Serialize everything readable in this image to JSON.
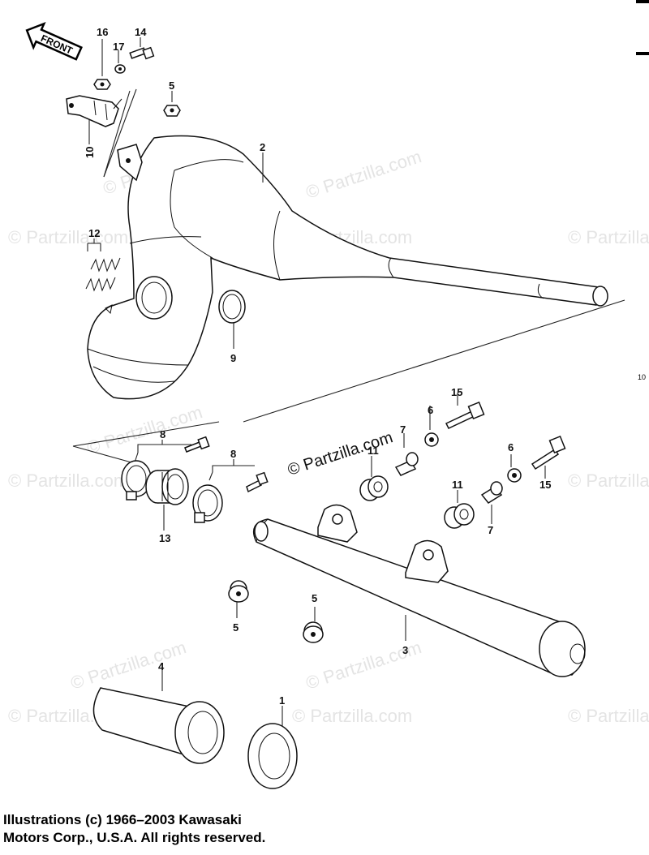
{
  "front_arrow": {
    "label": "FRONT"
  },
  "watermark": {
    "text": "© Partzilla.com"
  },
  "page_marker": {
    "text": "10"
  },
  "parts": {
    "p1": "1",
    "p2": "2",
    "p3": "3",
    "p4": "4",
    "p5a": "5",
    "p5b": "5",
    "p5c": "5",
    "p6a": "6",
    "p6b": "6",
    "p7a": "7",
    "p7b": "7",
    "p8a": "8",
    "p8b": "8",
    "p9": "9",
    "p10": "10",
    "p11": "11",
    "p12": "12",
    "p13": "13",
    "p14": "14",
    "p15a": "15",
    "p15b": "15",
    "p16": "16",
    "p17": "17"
  },
  "copyright": {
    "line1": "Illustrations (c) 1966–2003 Kawasaki",
    "line2": "Motors Corp., U.S.A.  All rights reserved."
  }
}
